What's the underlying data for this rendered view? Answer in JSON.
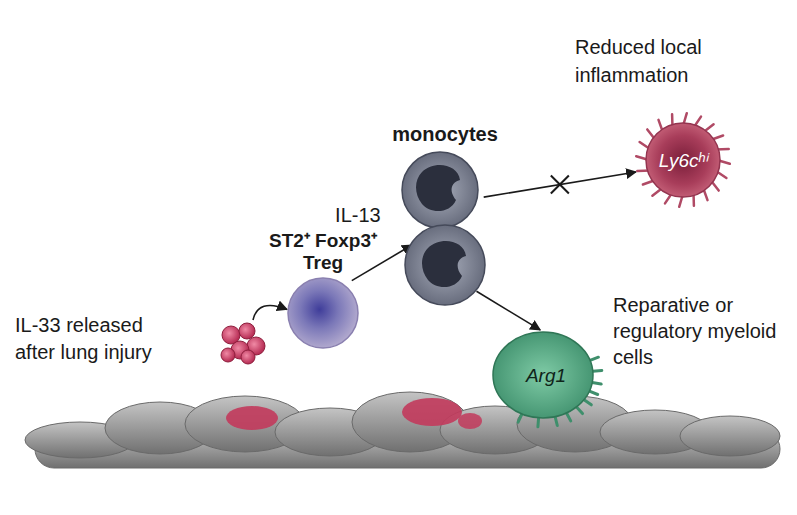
{
  "diagram": {
    "nodes": [
      {
        "text": [
          "IL-33 released after lung injury"
        ]
      },
      {
        "text": [
          "ST2⁺ Foxp3⁺ Treg"
        ]
      },
      {
        "text": [
          "monocytes"
        ]
      },
      {
        "text": [
          "Reduced local inflammation",
          "Ly6cʰⁱ"
        ]
      },
      {
        "text": [
          "Reparative or regulatory myeloid cells",
          "Arg1"
        ]
      }
    ],
    "edges": [
      {
        "from": 0,
        "to": 1,
        "arrow": "to"
      },
      {
        "from": 1,
        "to": 2,
        "label": "IL-13",
        "arrow": "to"
      },
      {
        "from": 2,
        "to": 3,
        "arrow": "to"
      },
      {
        "from": 2,
        "to": 4,
        "arrow": "to"
      }
    ]
  }
}
